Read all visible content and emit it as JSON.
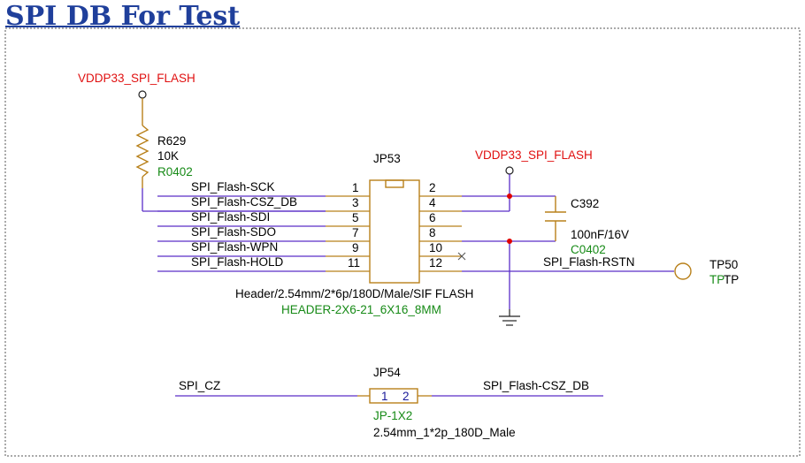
{
  "title": "SPI DB For Test",
  "power_nets": {
    "left": "VDDP33_SPI_FLASH",
    "right": "VDDP33_SPI_FLASH"
  },
  "resistor": {
    "ref": "R629",
    "value": "10K",
    "footprint": "R0402"
  },
  "header_jp53": {
    "ref": "JP53",
    "description": "Header/2.54mm/2*6p/180D/Male/SIF FLASH",
    "footprint": "HEADER-2X6-21_6X16_8MM",
    "left_pins": [
      "1",
      "3",
      "5",
      "7",
      "9",
      "11"
    ],
    "right_pins": [
      "2",
      "4",
      "6",
      "8",
      "10",
      "12"
    ]
  },
  "signals": {
    "sck": "SPI_Flash-SCK",
    "csz_db": "SPI_Flash-CSZ_DB",
    "sdi": "SPI_Flash-SDI",
    "sdo": "SPI_Flash-SDO",
    "wpn": "SPI_Flash-WPN",
    "hold": "SPI_Flash-HOLD",
    "rstn": "SPI_Flash-RSTN"
  },
  "capacitor": {
    "ref": "C392",
    "value": "100nF/16V",
    "footprint": "C0402"
  },
  "testpoint": {
    "ref": "TP50",
    "value_green": "TP",
    "value_black": "TP"
  },
  "jumper_jp54": {
    "ref": "JP54",
    "pin1": "1",
    "pin2": "2",
    "footprint": "JP-1X2",
    "description": "2.54mm_1*2p_180D_Male",
    "left_net": "SPI_CZ",
    "right_net": "SPI_Flash-CSZ_DB"
  },
  "colors": {
    "wire": "#5a2ec8",
    "component": "#b8801a",
    "junction": "#e00000",
    "power_label": "#e01010",
    "footprint_label": "#168a16",
    "title": "#1f3f9b"
  }
}
